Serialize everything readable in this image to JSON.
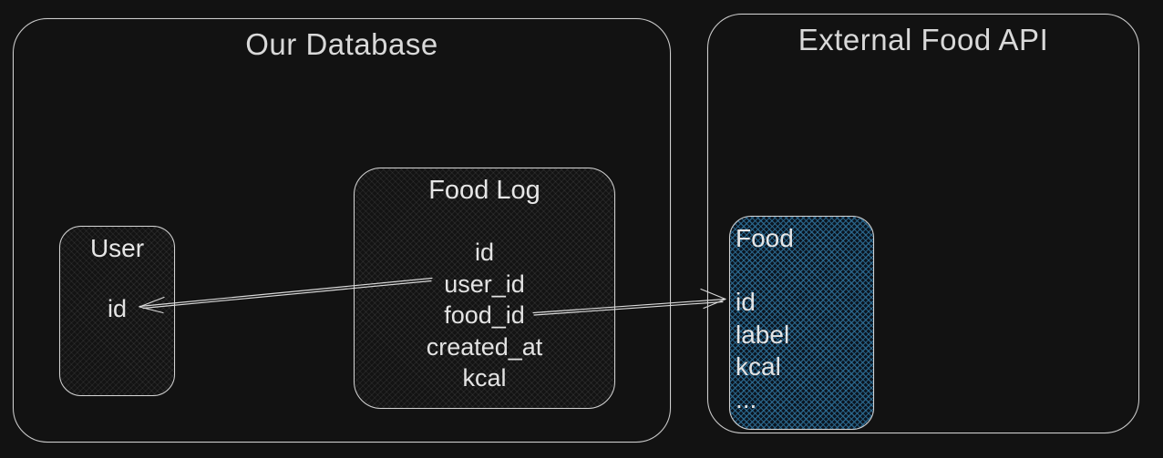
{
  "colors": {
    "background": "#121212",
    "stroke": "#d2d2d2",
    "text": "#e3e3e3",
    "food_fill_accent": "#1d4a66"
  },
  "groups": {
    "our_database": {
      "title": "Our Database"
    },
    "external_food_api": {
      "title": "External Food API"
    }
  },
  "entities": {
    "user": {
      "title": "User",
      "fields": [
        "id"
      ]
    },
    "food_log": {
      "title": "Food Log",
      "fields": [
        "id",
        "user_id",
        "food_id",
        "created_at",
        "kcal"
      ]
    },
    "food": {
      "title": "Food",
      "fields": [
        "id",
        "label",
        "kcal",
        "..."
      ]
    }
  },
  "relations": [
    {
      "from": "Food Log.user_id",
      "to": "User.id",
      "arrowhead": "open",
      "direction": "left"
    },
    {
      "from": "Food Log.food_id",
      "to": "Food.id",
      "arrowhead": "open",
      "direction": "right"
    }
  ]
}
